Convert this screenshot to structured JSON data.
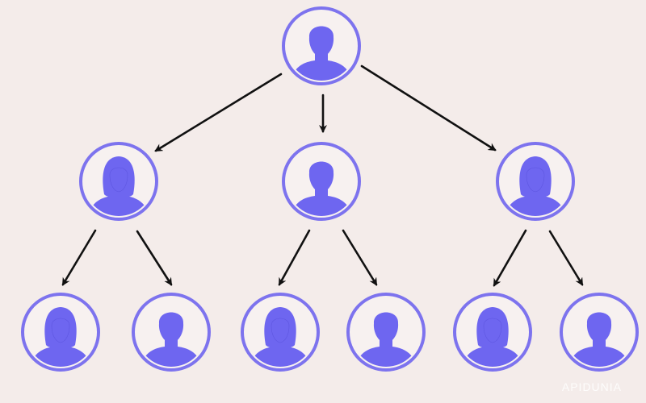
{
  "colors": {
    "background": "#f4ecea",
    "node_fill": "#6e66f0",
    "node_ring": "#7d73ee",
    "node_inner_bg": "#f7f1f0",
    "arrow": "#111111",
    "watermark": "#ffffff"
  },
  "watermark": {
    "text": "APIDUNIA"
  },
  "tree": {
    "nodes": [
      {
        "id": "root",
        "icon": "male-person-icon"
      },
      {
        "id": "l1-left",
        "icon": "female-person-icon"
      },
      {
        "id": "l1-center",
        "icon": "male-person-icon"
      },
      {
        "id": "l1-right",
        "icon": "female-person-icon"
      },
      {
        "id": "l2-1",
        "icon": "female-person-icon"
      },
      {
        "id": "l2-2",
        "icon": "male-person-icon"
      },
      {
        "id": "l2-3",
        "icon": "female-person-icon"
      },
      {
        "id": "l2-4",
        "icon": "male-person-icon"
      },
      {
        "id": "l2-5",
        "icon": "female-person-icon"
      },
      {
        "id": "l2-6",
        "icon": "male-person-icon"
      }
    ],
    "edges": [
      {
        "from": "root",
        "to": "l1-left"
      },
      {
        "from": "root",
        "to": "l1-center"
      },
      {
        "from": "root",
        "to": "l1-right"
      },
      {
        "from": "l1-left",
        "to": "l2-1"
      },
      {
        "from": "l1-left",
        "to": "l2-2"
      },
      {
        "from": "l1-center",
        "to": "l2-3"
      },
      {
        "from": "l1-center",
        "to": "l2-4"
      },
      {
        "from": "l1-right",
        "to": "l2-5"
      },
      {
        "from": "l1-right",
        "to": "l2-6"
      }
    ]
  }
}
